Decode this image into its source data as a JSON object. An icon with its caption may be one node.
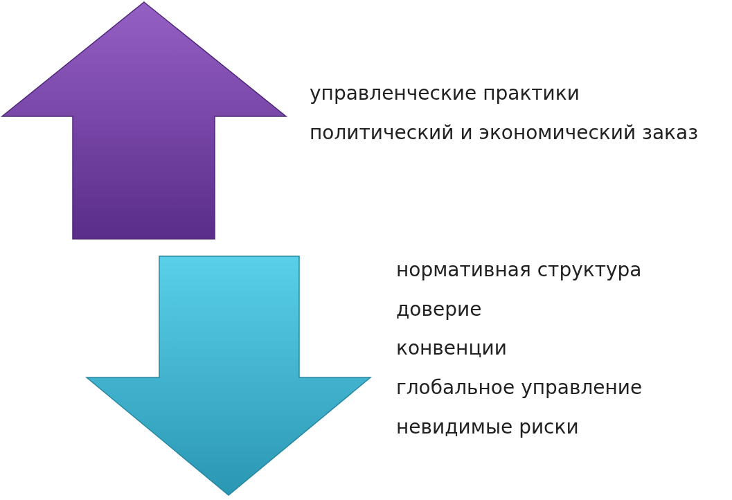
{
  "diagram": {
    "labels": [
      "управленческие практики",
      "политический и экономический заказ",
      "нормативная структура",
      "доверие",
      "конвенции",
      "глобальное управление",
      "невидимые риски"
    ]
  }
}
